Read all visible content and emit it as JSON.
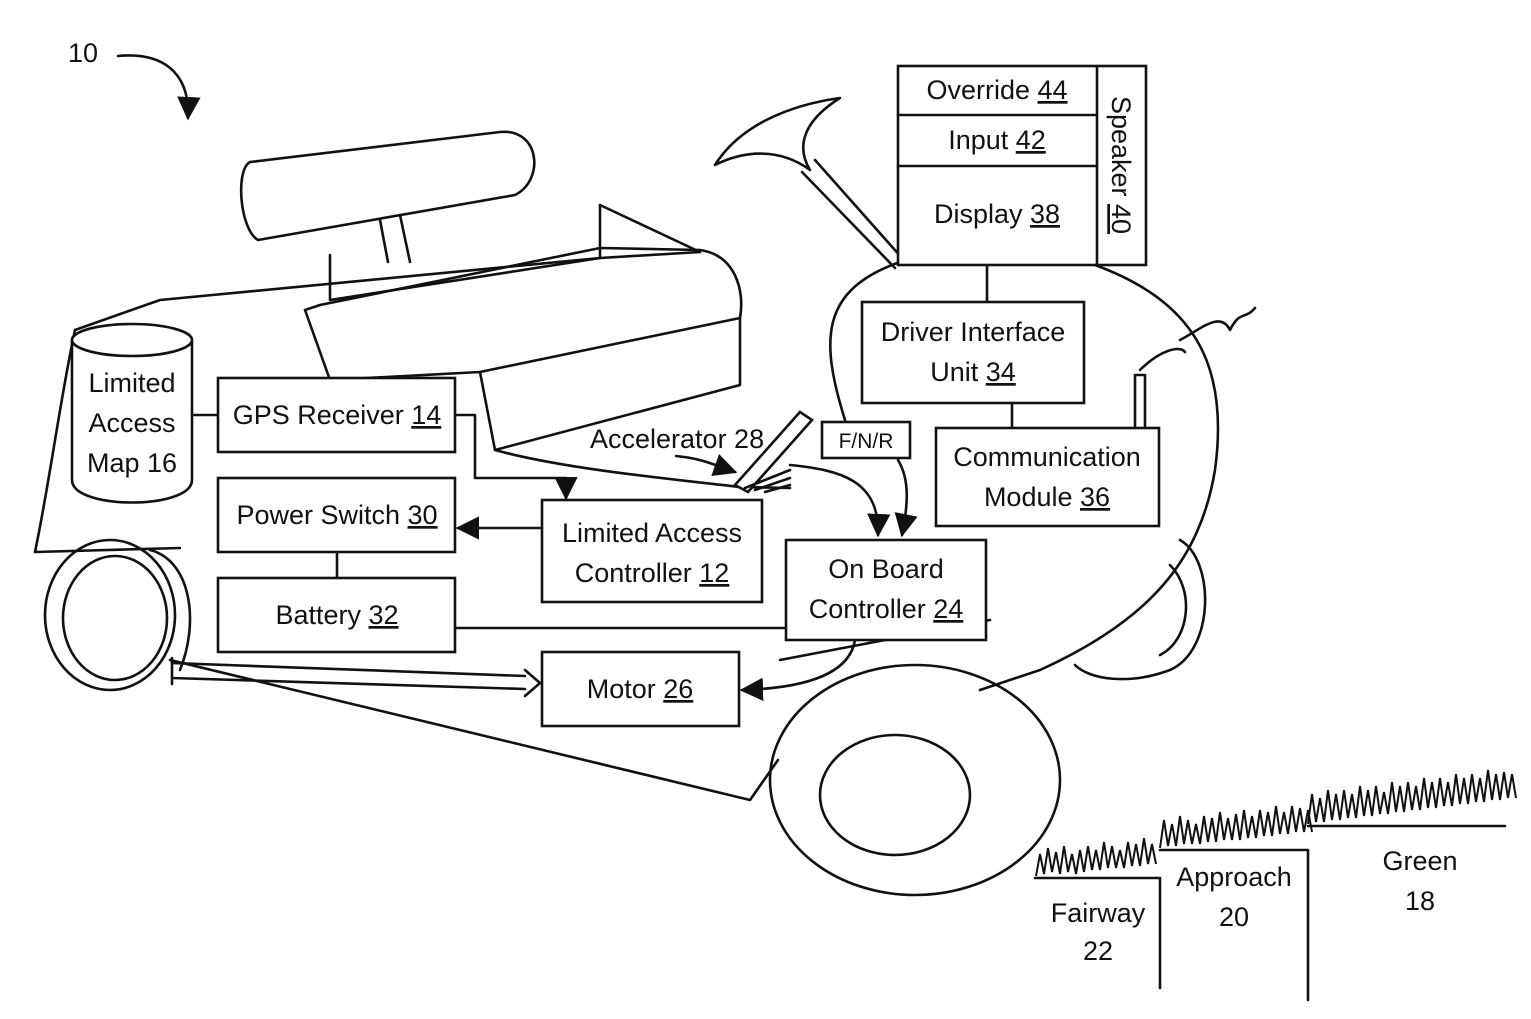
{
  "figure_ref": "10",
  "components": {
    "limited_access_map": {
      "line1": "Limited",
      "line2": "Access",
      "line3": "Map 16"
    },
    "gps_receiver": {
      "text": "GPS Receiver ",
      "num": "14"
    },
    "power_switch": {
      "text": "Power Switch ",
      "num": "30"
    },
    "battery": {
      "text": "Battery ",
      "num": "32"
    },
    "limited_access_controller": {
      "line1": "Limited Access",
      "line2": "Controller ",
      "num": "12"
    },
    "motor": {
      "text": "Motor ",
      "num": "26"
    },
    "on_board_controller": {
      "line1": "On Board",
      "line2": "Controller ",
      "num": "24"
    },
    "fnr": {
      "text": "F/N/R"
    },
    "accelerator": {
      "text": "Accelerator 28"
    },
    "driver_interface_unit": {
      "line1": "Driver Interface",
      "line2": "Unit ",
      "num": "34"
    },
    "communication_module": {
      "line1": "Communication",
      "line2": "Module ",
      "num": "36"
    },
    "override": {
      "text": "Override ",
      "num": "44"
    },
    "input": {
      "text": "Input ",
      "num": "42"
    },
    "display": {
      "text": "Display ",
      "num": "38"
    },
    "speaker": {
      "text": "Speaker ",
      "num": "40"
    }
  },
  "terrain": {
    "fairway": {
      "line1": "Fairway",
      "line2": "22"
    },
    "approach": {
      "line1": "Approach",
      "line2": "20"
    },
    "green": {
      "line1": "Green",
      "line2": "18"
    }
  }
}
